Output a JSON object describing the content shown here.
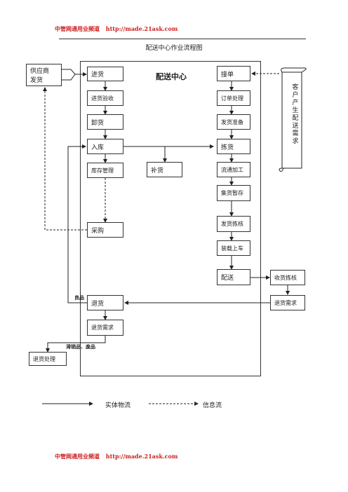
{
  "header": {
    "brand": "中管网通用业频道",
    "url": "http://made.21ask.com"
  },
  "footer": {
    "brand": "中管网通用业频道",
    "url": "http://made.21ask.com"
  },
  "diagram": {
    "title": "配送中心作业流程图",
    "center_title": "配送中心",
    "supplier_line1": "供应商",
    "supplier_line2": "发货",
    "customer_scroll": "客户产生配送需求",
    "left_column": {
      "stock_in": "进货",
      "inspection": "进货验收",
      "unload": "卸货",
      "storage": "入库",
      "inventory": "库存管理",
      "purchase": "采购",
      "return": "退货",
      "return_need": "退货需求"
    },
    "replenish": "补货",
    "right_column": {
      "order": "接单",
      "order_process": "订单处理",
      "ship_prep": "发货准备",
      "picking": "拣货",
      "processing": "流通加工",
      "staging": "集货暂存",
      "ship_check": "发货拣核",
      "loading": "装载上车",
      "delivery": "配送"
    },
    "receive_check": "收货拣核",
    "return_demand": "退货需求",
    "return_process": "退货处理",
    "label_good": "良品",
    "label_bad": "滞销品、废品",
    "legend_physical": "实体物流",
    "legend_info": "信息流"
  }
}
